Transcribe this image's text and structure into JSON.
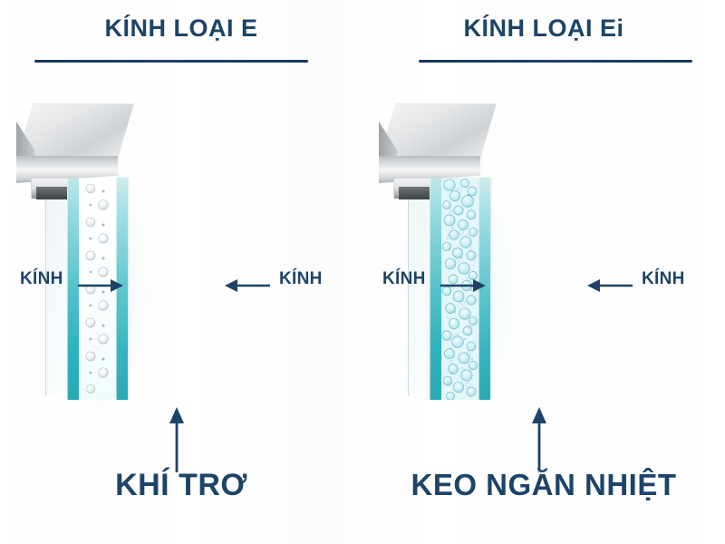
{
  "theme": {
    "ink": "#1d4468",
    "rule": "#16375a",
    "glass_teal": "#2fb3bd",
    "glass_light": "#bfe6e9",
    "metal_light": "#f3f4f5",
    "metal_dark": "#9ea2a6",
    "gel_fill": "#dff5f8",
    "background": "#ffffff"
  },
  "panels": [
    {
      "id": "glass-type-e",
      "title": "KÍNH LOẠI E",
      "label_left": "KÍNH",
      "label_right": "KÍNH",
      "caption": "KHÍ TRƠ",
      "cavity_kind": "gas-bubbles"
    },
    {
      "id": "glass-type-ei",
      "title": "KÍNH LOẠI Ei",
      "label_left": "KÍNH",
      "label_right": "KÍNH",
      "caption": "KEO NGĂN NHIỆT",
      "cavity_kind": "thermal-gel"
    }
  ]
}
